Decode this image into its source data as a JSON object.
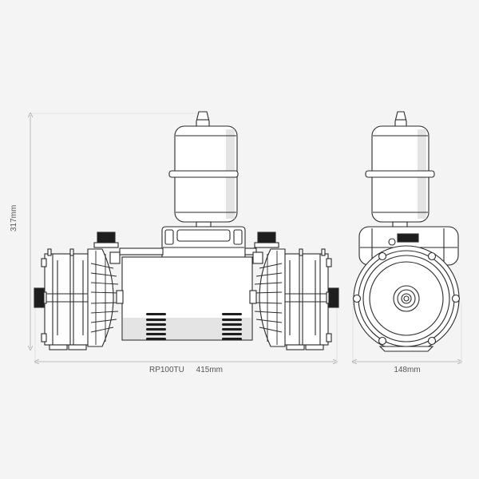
{
  "diagram": {
    "type": "technical-dimension-drawing",
    "subject": "twin-impeller shower pump with expansion vessel",
    "views": [
      "front-elevation",
      "side-elevation"
    ],
    "colors": {
      "background": "#f4f4f4",
      "outline": "#2a2a2a",
      "fill": "#ffffff",
      "shade": "#e4e4e4",
      "dark_fitting": "#1e1e1e",
      "dimension_line": "#bdbdbd",
      "label_text": "#555555"
    }
  },
  "dimensions": {
    "height": {
      "value": "317mm",
      "orientation": "vertical"
    },
    "width": {
      "model": "RP100TU",
      "value": "415mm",
      "orientation": "horizontal"
    },
    "depth": {
      "value": "148mm",
      "orientation": "horizontal"
    }
  }
}
